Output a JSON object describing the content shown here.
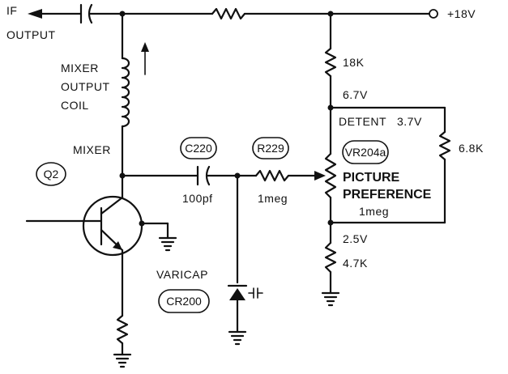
{
  "labels": {
    "if_output_1": "IF",
    "if_output_2": "OUTPUT",
    "supply": "+18V",
    "r18k": "18K",
    "v67": "6.7V",
    "detent": "DETENT",
    "v37": "3.7V",
    "r68k": "6.8K",
    "mixer_coil_1": "MIXER",
    "mixer_coil_2": "OUTPUT",
    "mixer_coil_3": "COIL",
    "mixer": "MIXER",
    "q2": "Q2",
    "c220": "C220",
    "r229": "R229",
    "vr204a": "VR204a",
    "picture": "PICTURE",
    "preference": "PREFERENCE",
    "pot_value": "1meg",
    "cap_value": "100pf",
    "r229_value": "1meg",
    "v25": "2.5V",
    "r47k": "4.7K",
    "varicap": "VARICAP",
    "cr200": "CR200"
  }
}
